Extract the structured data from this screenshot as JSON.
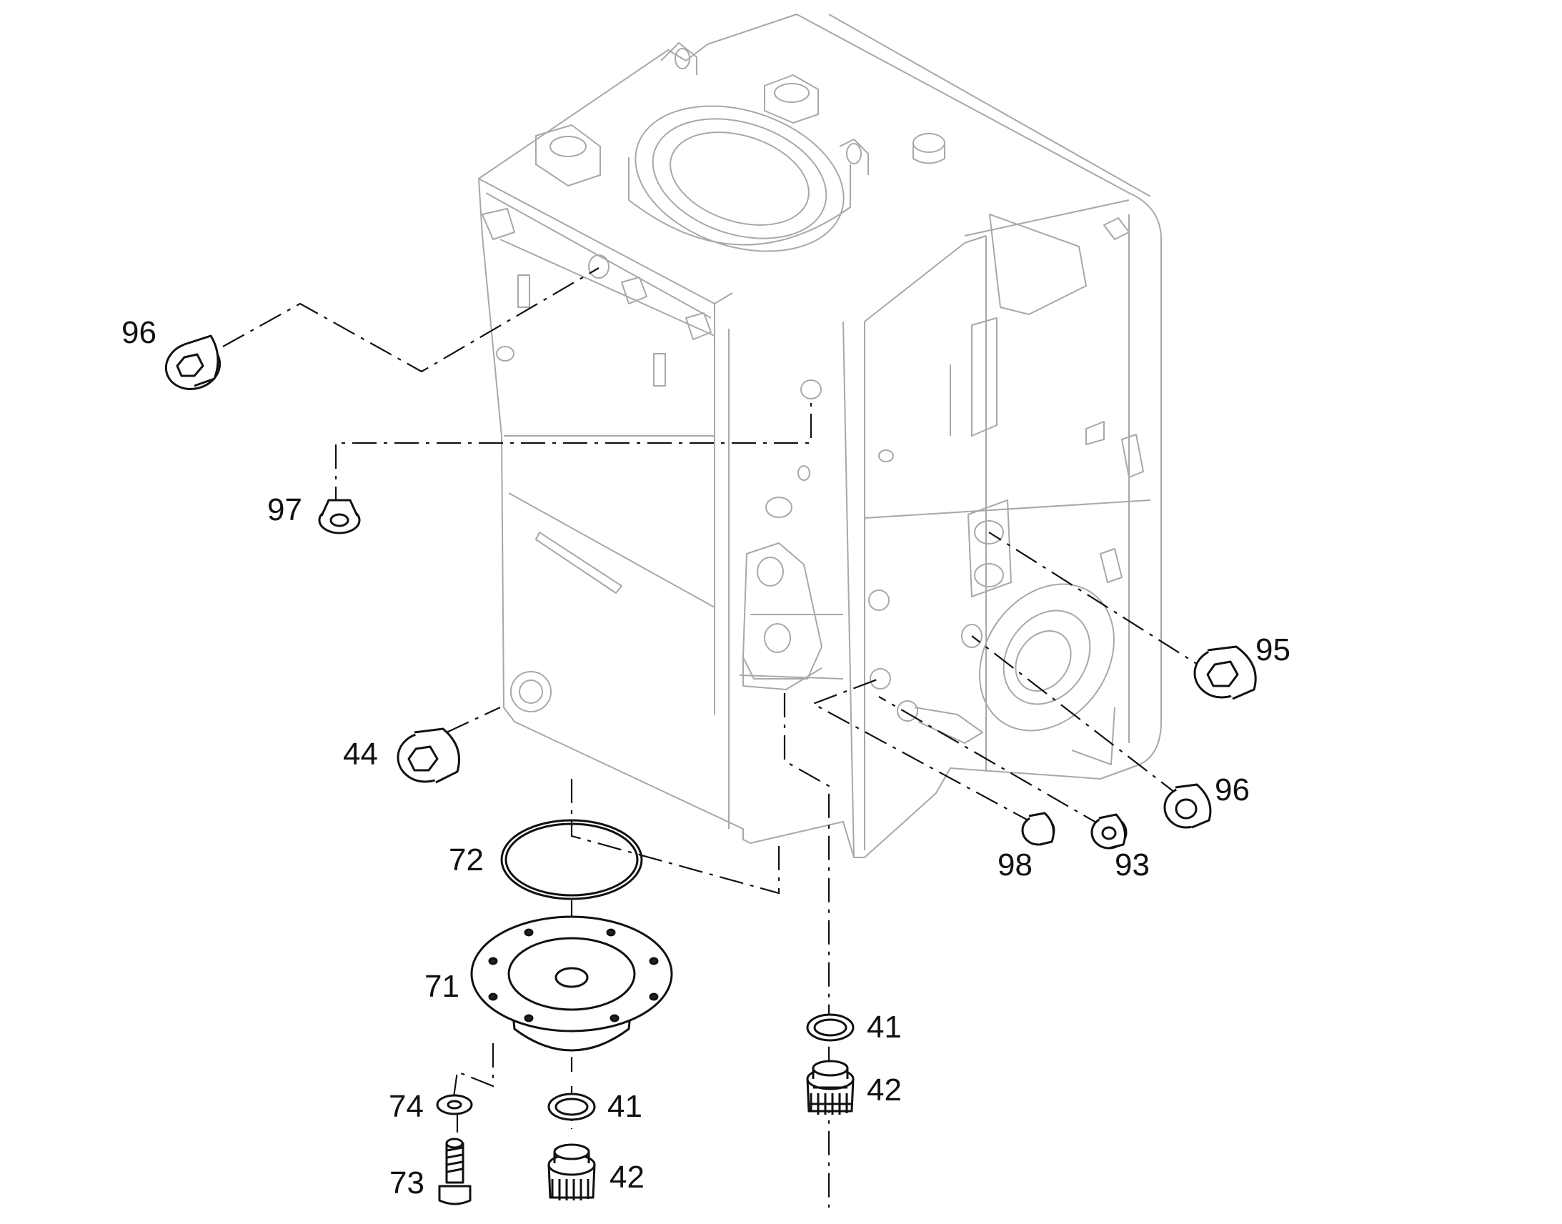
{
  "callouts": {
    "c96a": "96",
    "c97": "97",
    "c95": "95",
    "c44": "44",
    "c96b": "96",
    "c98": "98",
    "c93": "93",
    "c72": "72",
    "c71": "71",
    "c41a": "41",
    "c42a": "42",
    "c74": "74",
    "c41b": "41",
    "c73": "73",
    "c42b": "42"
  },
  "colors": {
    "housing_line": "#a8a8a8",
    "part_line": "#111111",
    "background": "#ffffff"
  }
}
